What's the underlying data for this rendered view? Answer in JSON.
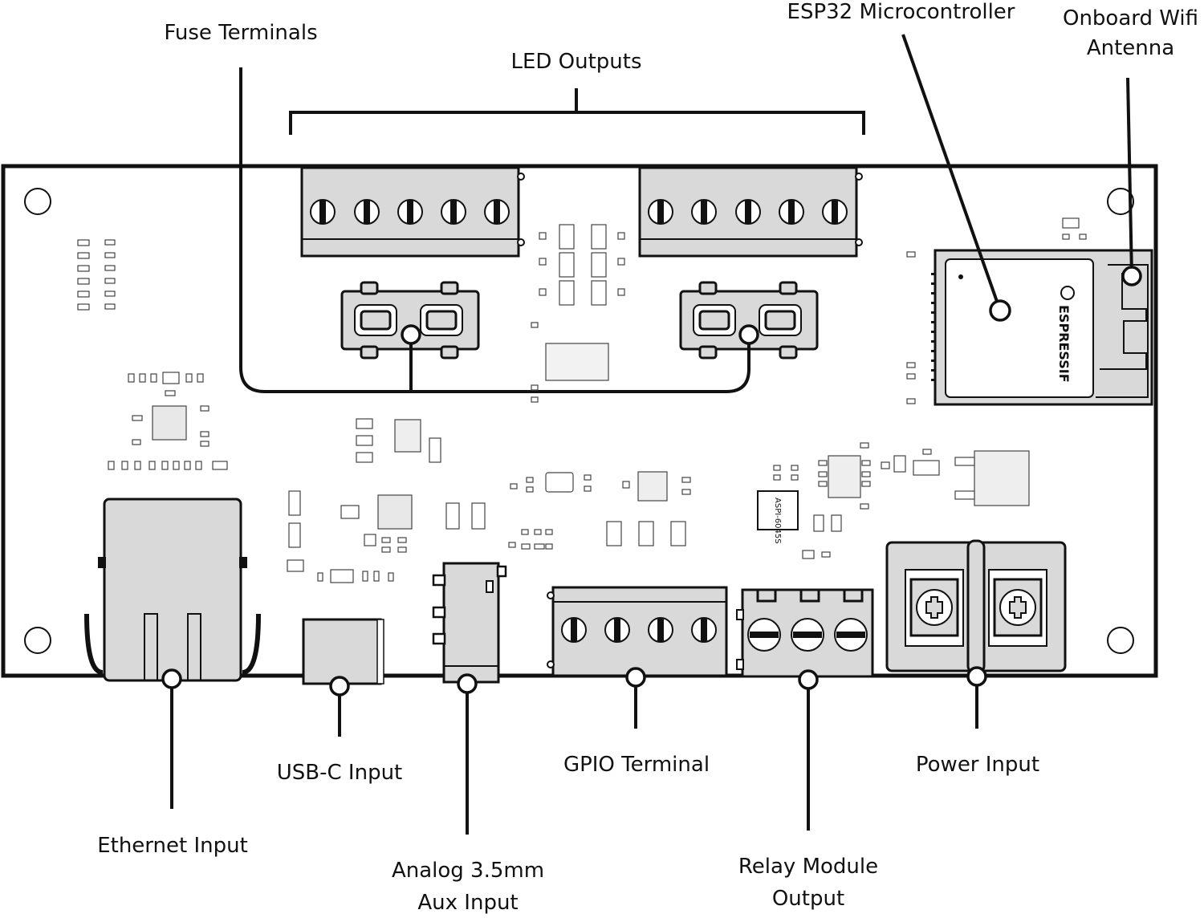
{
  "labels": {
    "fuse_terminals": "Fuse Terminals",
    "led_outputs": "LED Outputs",
    "esp32": "ESP32 Microcontroller",
    "wifi_line1": "Onboard Wifi",
    "wifi_line2": "Antenna",
    "ethernet": "Ethernet Input",
    "usbc": "USB-C Input",
    "aux_line1": "Analog 3.5mm",
    "aux_line2": "Aux Input",
    "gpio": "GPIO Terminal",
    "relay_line1": "Relay Module",
    "relay_line2": "Output",
    "power": "Power Input"
  },
  "chip_markings": {
    "module_brand": "ESPRESSIF",
    "inductor": "ASPI-6045S"
  },
  "colors": {
    "ink": "#111111",
    "component_fill": "#d9d9d9",
    "background": "#ffffff"
  }
}
